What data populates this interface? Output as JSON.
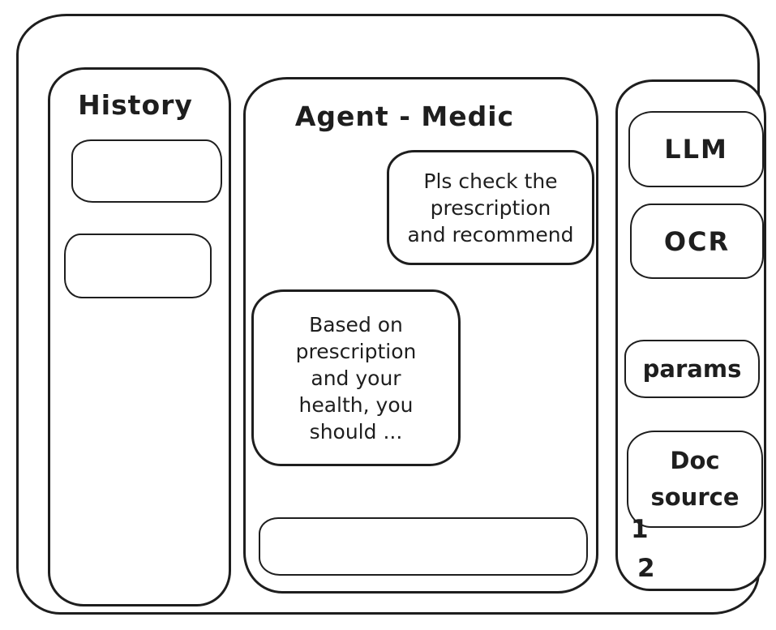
{
  "window": {
    "stroke_color": "#1e1e1e",
    "background_color": "#ffffff"
  },
  "sidebar": {
    "title": "History",
    "items": [
      {
        "label": ""
      },
      {
        "label": ""
      }
    ]
  },
  "chat": {
    "title": "Agent - Medic",
    "messages": [
      {
        "role": "user",
        "text": "Pls check the\nprescription\nand recommend"
      },
      {
        "role": "assistant",
        "text": "Based on\nprescription\nand your\nhealth, you\nshould ..."
      }
    ],
    "input": {
      "value": "",
      "placeholder": ""
    }
  },
  "tools": {
    "llm_label": "LLM",
    "ocr_label": "OCR",
    "params_label": "params",
    "doc_source_label": "Doc source",
    "doc_source_items": [
      "1",
      "2"
    ]
  }
}
